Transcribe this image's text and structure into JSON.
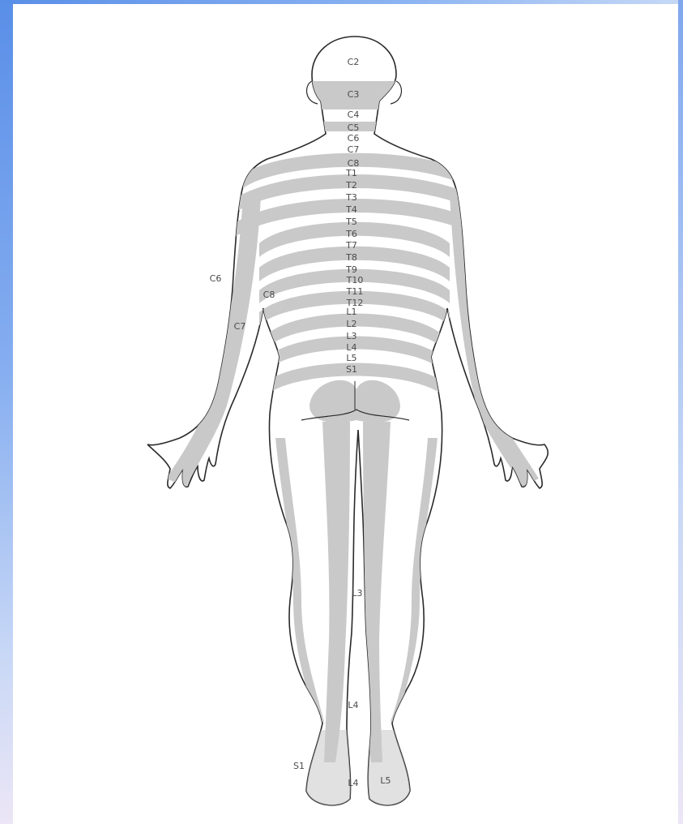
{
  "colors": {
    "frame_accent": "#5a8fe8",
    "dermatome_shade": "#c9c9c9",
    "outline": "#2a2a2a",
    "background": "#ffffff"
  },
  "dermatome_labels": {
    "c2": "C2",
    "c3": "C3",
    "c4": "C4",
    "c5": "C5",
    "c6": "C6",
    "c7": "C7",
    "c8": "C8",
    "t1": "T1",
    "t2": "T2",
    "t3": "T3",
    "t4": "T4",
    "t5": "T5",
    "t6": "T6",
    "t7": "T7",
    "t8": "T8",
    "t9": "T9",
    "t10": "T10",
    "t11": "T11",
    "t12": "T12",
    "l1": "L1",
    "l2": "L2",
    "l3": "L3",
    "l4": "L4",
    "l5": "L5",
    "s1": "S1",
    "arm_c6": "C6",
    "arm_c8": "C8",
    "arm_c7": "C7",
    "leg_l3": "L3",
    "leg_l4": "L4",
    "foot_s1": "S1",
    "foot_l4": "L4",
    "foot_l5": "L5"
  }
}
